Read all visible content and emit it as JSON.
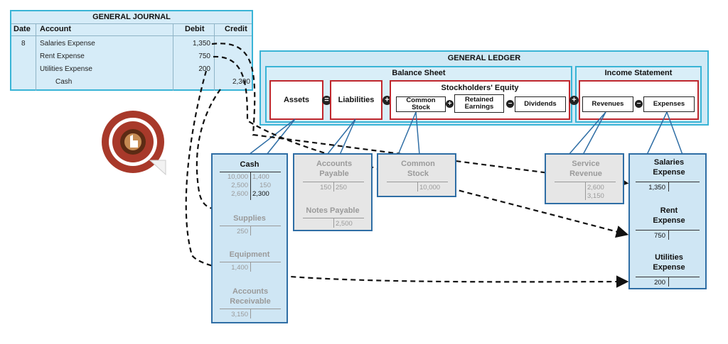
{
  "journal": {
    "title": "GENERAL JOURNAL",
    "headers": {
      "date": "Date",
      "account": "Account",
      "debit": "Debit",
      "credit": "Credit"
    },
    "rows": [
      {
        "date": "8",
        "account": "Salaries Expense",
        "debit": "1,350",
        "credit": ""
      },
      {
        "date": "",
        "account": "Rent Expense",
        "debit": "750",
        "credit": ""
      },
      {
        "date": "",
        "account": "Utilities Expense",
        "debit": "200",
        "credit": ""
      },
      {
        "date": "",
        "account": "Cash",
        "debit": "",
        "credit": "2,300"
      }
    ]
  },
  "ledger": {
    "title": "GENERAL LEDGER",
    "balance_sheet": "Balance Sheet",
    "income_statement": "Income Statement",
    "assets": "Assets",
    "liabilities": "Liabilities",
    "stockholders_equity": "Stockholders' Equity",
    "common_stock": "Common Stock",
    "retained_earnings": "Retained Earnings",
    "dividends": "Dividends",
    "revenues": "Revenues",
    "expenses": "Expenses",
    "op_equals": "=",
    "op_plus": "+",
    "op_minus": "−"
  },
  "t_accounts": {
    "cash": {
      "name": "Cash",
      "debits": [
        "10,000",
        "2,500",
        "2,600"
      ],
      "credits": [
        "1,400",
        "150",
        "2,300"
      ]
    },
    "supplies": {
      "name": "Supplies",
      "debit": "250"
    },
    "equipment": {
      "name": "Equipment",
      "debit": "1,400"
    },
    "accounts_receivable": {
      "name": "Accounts Receivable",
      "debit": "3,150"
    },
    "accounts_payable": {
      "name": "Accounts Payable",
      "debit": "150",
      "credit": "250"
    },
    "notes_payable": {
      "name": "Notes Payable",
      "credit": "2,500"
    },
    "common_stock": {
      "name": "Common Stock",
      "credit": "10,000"
    },
    "service_revenue": {
      "name": "Service Revenue",
      "credits": [
        "2,600",
        "3,150"
      ]
    },
    "salaries_expense": {
      "name": "Salaries Expense",
      "debit": "1,350"
    },
    "rent_expense": {
      "name": "Rent Expense",
      "debit": "750"
    },
    "utilities_expense": {
      "name": "Utilities Expense",
      "debit": "200"
    }
  },
  "badge": {
    "icon": "hand-pointer-icon"
  },
  "colors": {
    "journal_fill": "#d6ecf8",
    "panel_border": "#39b4d6",
    "red_box": "#c0272d",
    "t_border": "#2f6ea5",
    "badge": "#a8392a"
  }
}
